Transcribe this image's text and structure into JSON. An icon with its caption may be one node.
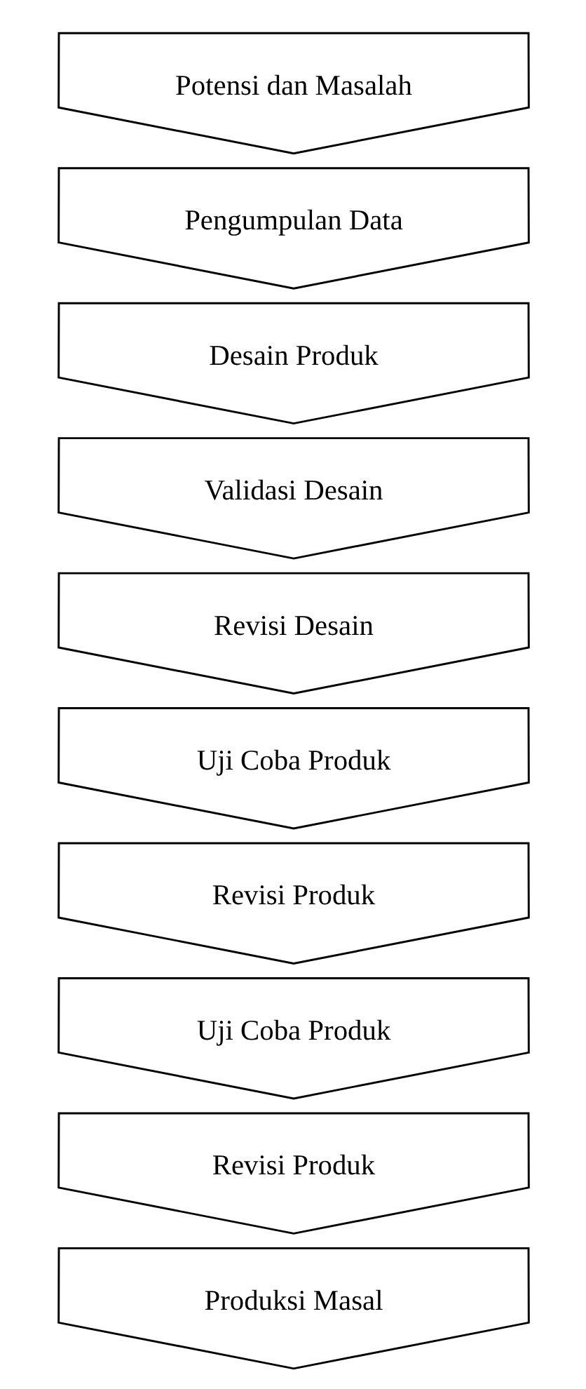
{
  "diagram": {
    "nodes": [
      {
        "text": [
          "Potensi dan Masalah"
        ]
      },
      {
        "text": [
          "Pengumpulan Data"
        ]
      },
      {
        "text": [
          "Desain Produk"
        ]
      },
      {
        "text": [
          "Validasi Desain"
        ]
      },
      {
        "text": [
          "Revisi Desain"
        ]
      },
      {
        "text": [
          "Uji Coba Produk"
        ]
      },
      {
        "text": [
          "Revisi Produk"
        ]
      },
      {
        "text": [
          "Uji Coba Produk"
        ]
      },
      {
        "text": [
          "Revisi Produk"
        ]
      },
      {
        "text": [
          "Produksi Masal"
        ]
      }
    ]
  }
}
